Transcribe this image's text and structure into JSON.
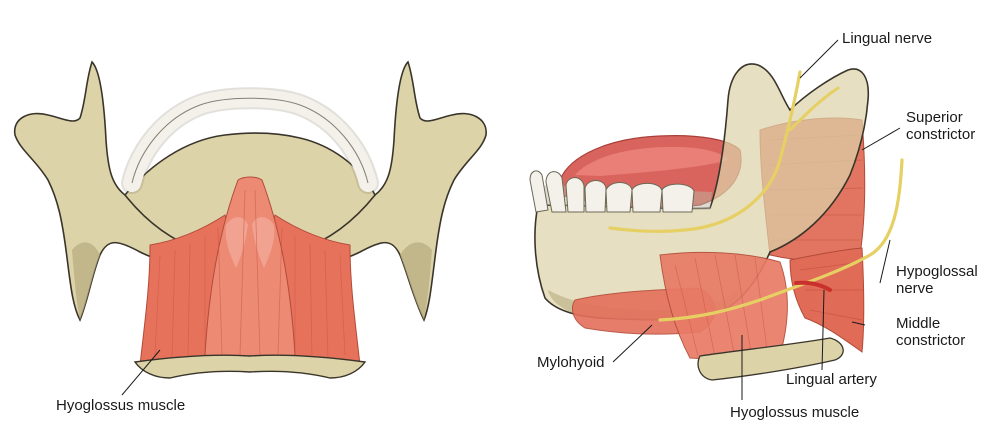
{
  "colors": {
    "bone": "#ddd3a9",
    "bone_shadow": "#b7ab7e",
    "bone_outline": "#3a352a",
    "muscle": "#e6725c",
    "muscle_light": "#f2a493",
    "muscle_dark": "#c9533f",
    "tongue": "#d9645d",
    "nerve": "#e6cf63",
    "artery": "#c9302c",
    "teeth": "#f3f1ea",
    "leader_line": "#1a1a1a"
  },
  "left_view": {
    "labels": {
      "hyoglossus": "Hyoglossus muscle"
    }
  },
  "right_view": {
    "labels": {
      "lingual_nerve": "Lingual nerve",
      "superior_constrictor_1": "Superior",
      "superior_constrictor_2": "constrictor",
      "hypoglossal_nerve_1": "Hypoglossal",
      "hypoglossal_nerve_2": "nerve",
      "middle_constrictor_1": "Middle",
      "middle_constrictor_2": "constrictor",
      "mylohyoid": "Mylohyoid",
      "lingual_artery": "Lingual artery",
      "hyoglossus": "Hyoglossus muscle"
    }
  }
}
